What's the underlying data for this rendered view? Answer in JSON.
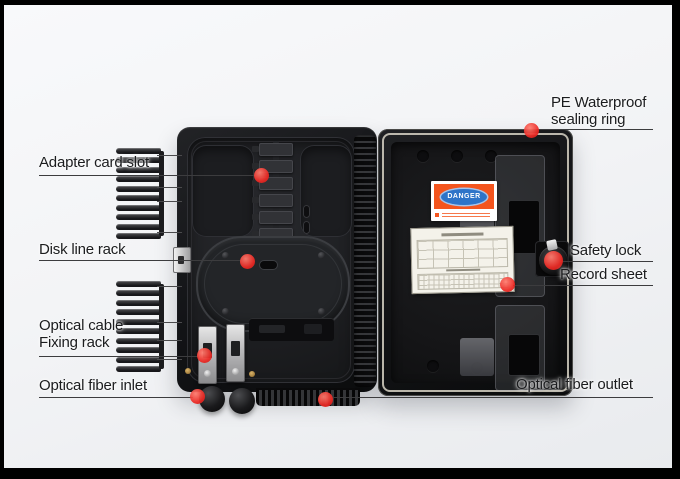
{
  "callouts": {
    "adapter_card_slot": "Adapter card slot",
    "disk_line_rack": "Disk line rack",
    "optical_cable_1": "Optical cable",
    "optical_cable_2": "Fixing rack",
    "optical_fiber_inlet": "Optical fiber inlet",
    "pe_waterproof_1": "PE Waterproof",
    "pe_waterproof_2": "sealing ring",
    "safety_lock": "Safety lock",
    "record_sheet": "Record sheet",
    "optical_fiber_outlet": "Optical fiber outlet"
  },
  "door_label": {
    "danger": "DANGER"
  },
  "colors": {
    "marker_red": "#ec2823",
    "danger_orange": "#f4551e",
    "danger_blue": "#2e74c8",
    "seal_ring": "#d8d3c5",
    "background": "#f3f4f6",
    "frame": "#000000"
  }
}
